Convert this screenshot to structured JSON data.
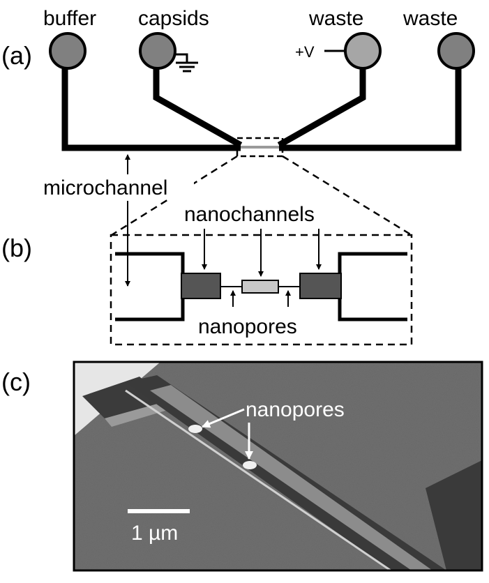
{
  "panel_a": {
    "panel_label": "(a)",
    "reservoirs": {
      "buffer": "buffer",
      "capsids": "capsids",
      "waste_left": "waste",
      "waste_right": "waste"
    },
    "voltage": "+V",
    "microchannel_label": "microchannel"
  },
  "panel_b": {
    "panel_label": "(b)",
    "nanochannels_label": "nanochannels",
    "nanopores_label": "nanopores"
  },
  "panel_c": {
    "panel_label": "(c)",
    "nanopores_label": "nanopores",
    "scale_bar_label": "1 µm"
  },
  "colors": {
    "reservoir_fill": "#808080",
    "reservoir_fill_light": "#a6a6a6",
    "channel_dark": "#555555",
    "channel_light": "#c8c8c8",
    "sem_background": "#6f6f6f"
  }
}
